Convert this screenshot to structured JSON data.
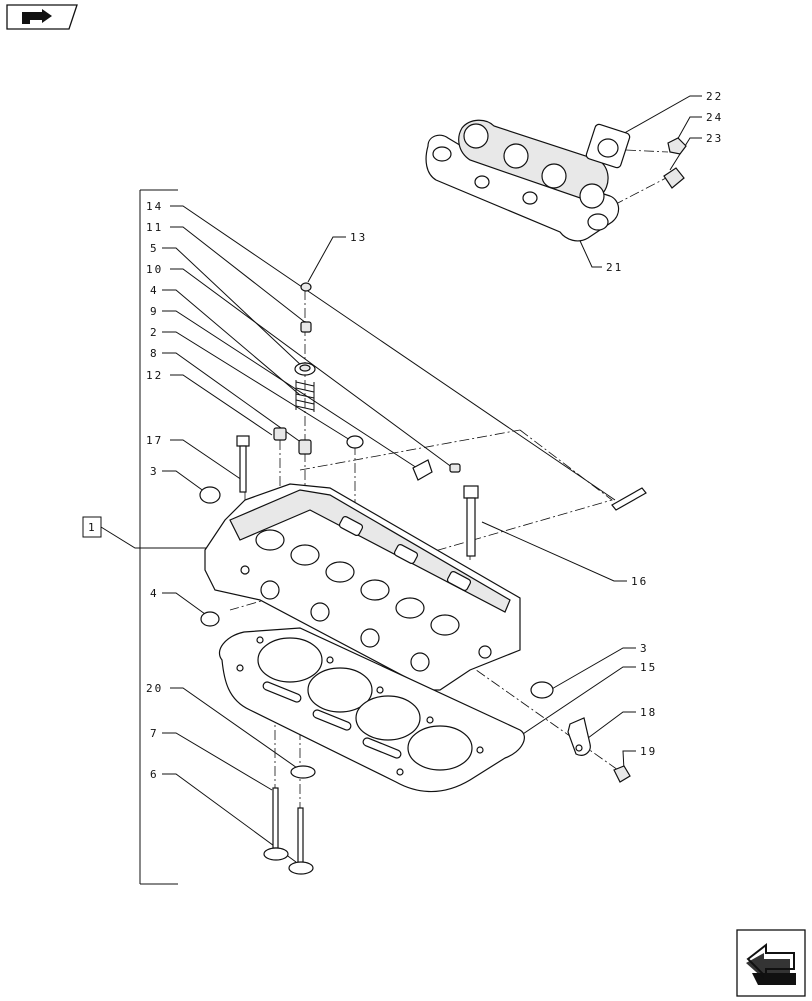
{
  "nav": {
    "prev_icon": "back-arrow-icon",
    "next_icon": "next-arrow-icon"
  },
  "ref_box": "1",
  "callouts": {
    "c22": "22",
    "c24": "24",
    "c23": "23",
    "c21": "21",
    "c13": "13",
    "c14": "14",
    "c11": "11",
    "c5": "5",
    "c10": "10",
    "c4a": "4",
    "c9": "9",
    "c2": "2",
    "c8": "8",
    "c12": "12",
    "c17": "17",
    "c3a": "3",
    "c4b": "4",
    "c16": "16",
    "c3b": "3",
    "c15": "15",
    "c18": "18",
    "c19": "19",
    "c20": "20",
    "c7": "7",
    "c6": "6"
  }
}
